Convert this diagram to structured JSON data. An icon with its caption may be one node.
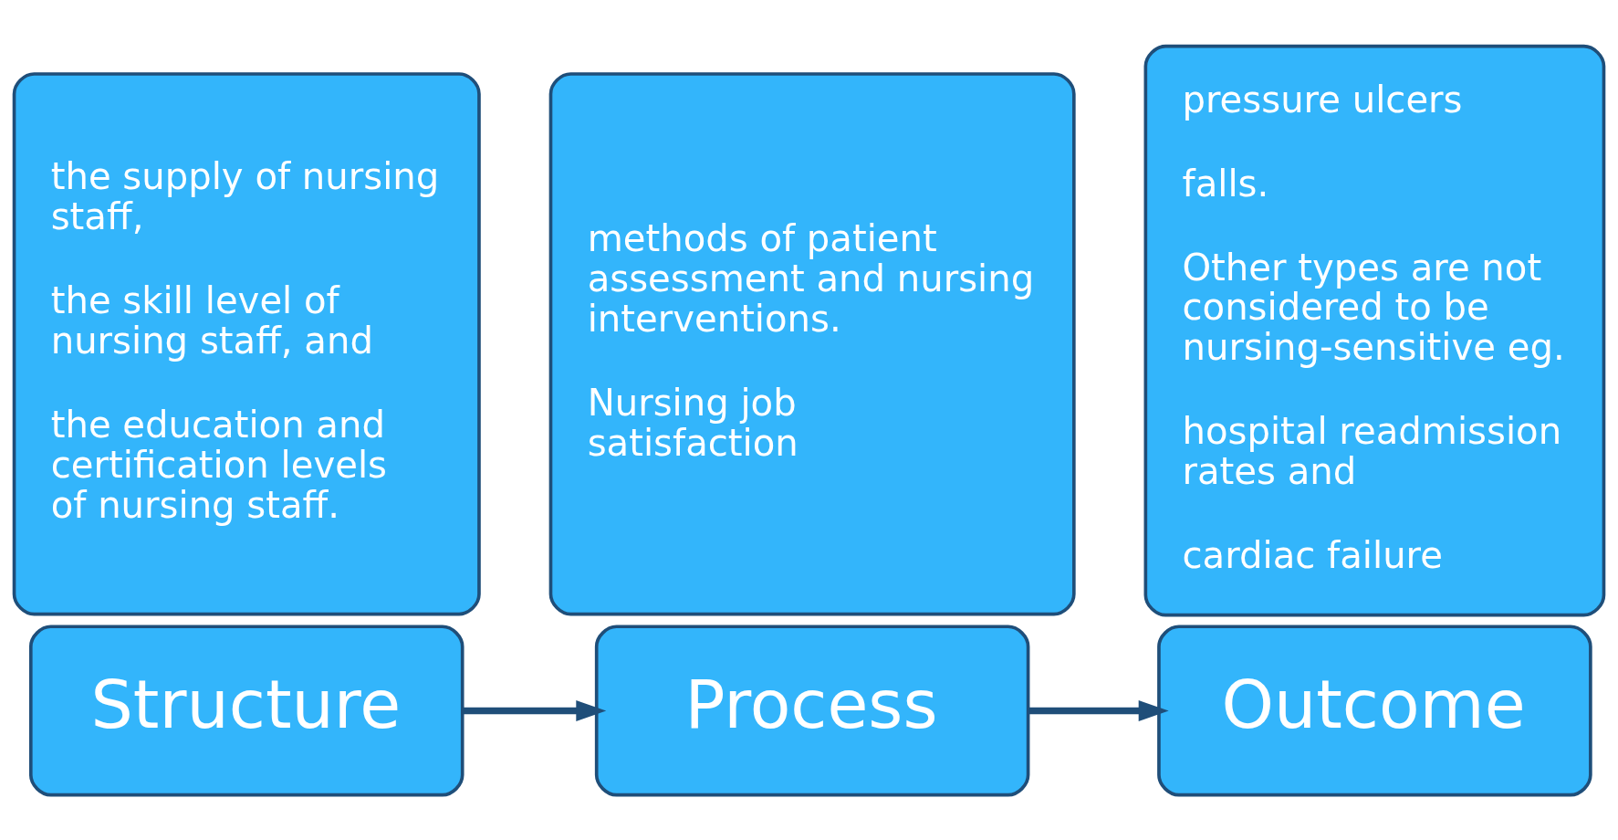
{
  "diagram": {
    "nodes": [
      {
        "text": [
          "Structure"
        ]
      },
      {
        "text": [
          "the supply of nursing staff,",
          "the skill level of nursing staff, and",
          "the education and certification levels of nursing staff."
        ]
      },
      {
        "text": [
          "Process"
        ]
      },
      {
        "text": [
          "methods of patient assessment and nursing interventions.",
          "Nursing job satisfaction"
        ]
      },
      {
        "text": [
          "Outcome"
        ]
      },
      {
        "text": [
          "pressure ulcers",
          "falls.",
          "Other types are not considered to be nursing-sensitive eg.",
          "hospital readmission rates and",
          "cardiac failure"
        ]
      }
    ],
    "edges": [
      {
        "from": 0,
        "to": 2,
        "arrow": "to"
      },
      {
        "from": 2,
        "to": 4,
        "arrow": "to"
      }
    ]
  }
}
